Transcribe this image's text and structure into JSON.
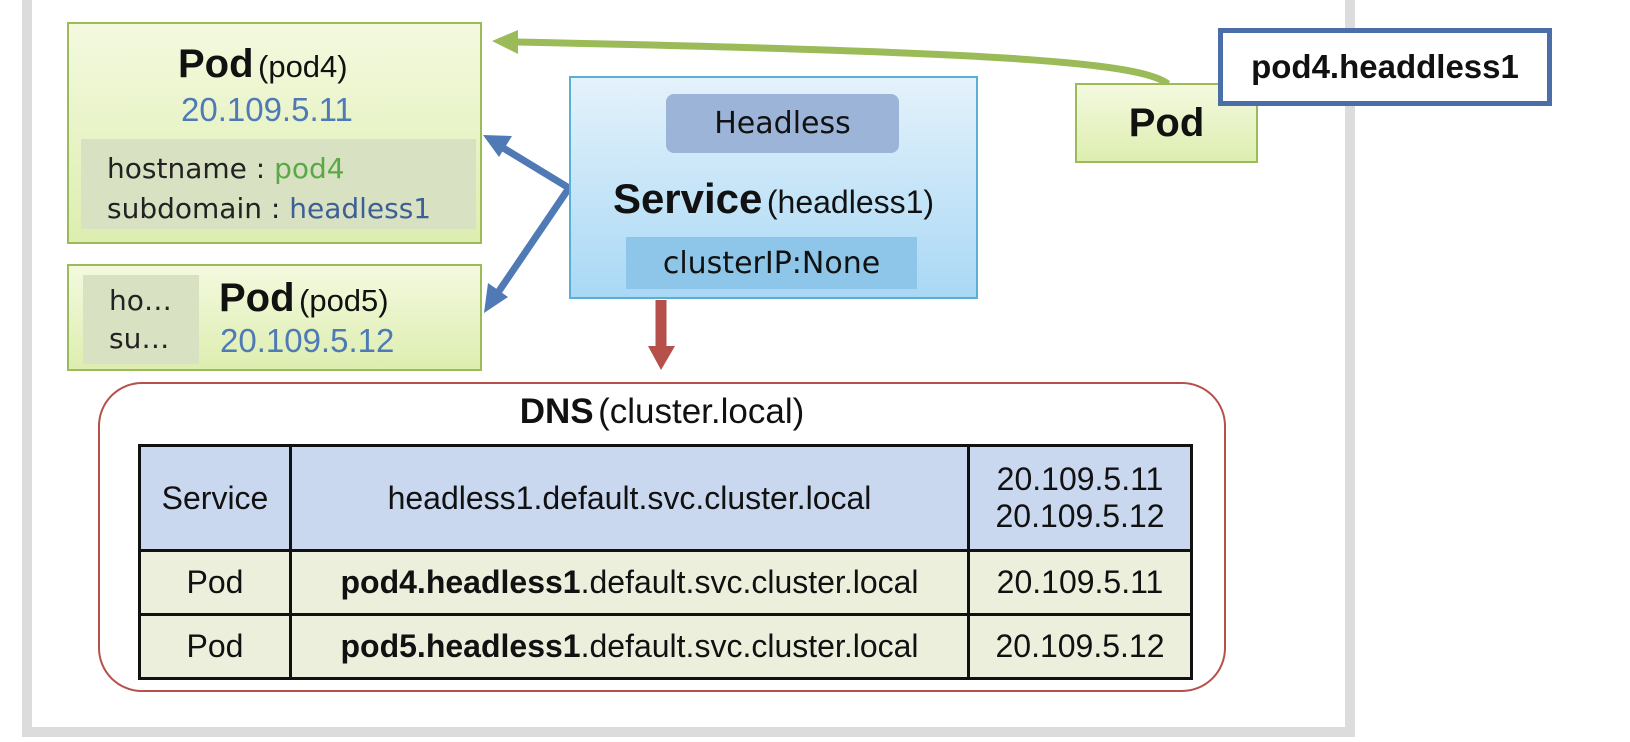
{
  "pod4": {
    "title": "Pod",
    "name": "(pod4)",
    "ip": "20.109.5.11",
    "hostname_label": "hostname : ",
    "hostname_value": "pod4",
    "subdomain_label": "subdomain : ",
    "subdomain_value": "headless1"
  },
  "pod5": {
    "title": "Pod",
    "name": "(pod5)",
    "ip": "20.109.5.12",
    "info_line1": "ho…",
    "info_line2": "su…"
  },
  "service": {
    "tag": "Headless",
    "title": "Service",
    "name": "(headless1)",
    "cluster_ip": "clusterIP:None"
  },
  "client_pod": {
    "title": "Pod"
  },
  "callout": {
    "text": "pod4.headdless1"
  },
  "dns": {
    "title": "DNS",
    "domain": "(cluster.local)",
    "rows": [
      {
        "type": "Service",
        "name_bold": "",
        "name_rest": "headless1.default.svc.cluster.local",
        "ip1": "20.109.5.11",
        "ip2": "20.109.5.12"
      },
      {
        "type": "Pod",
        "name_bold": "pod4.headless1",
        "name_rest": ".default.svc.cluster.local",
        "ip1": "20.109.5.11",
        "ip2": ""
      },
      {
        "type": "Pod",
        "name_bold": "pod5.headless1",
        "name_rest": ".default.svc.cluster.local",
        "ip1": "20.109.5.12",
        "ip2": ""
      }
    ]
  },
  "colors": {
    "pod_border": "#9bbb59",
    "service_border": "#5aafd6",
    "dns_border": "#b5504b",
    "arrow_green": "#9bbb59",
    "arrow_blue": "#4f7ab5",
    "arrow_red": "#b5504b",
    "ip_text": "#4f7ab5"
  }
}
